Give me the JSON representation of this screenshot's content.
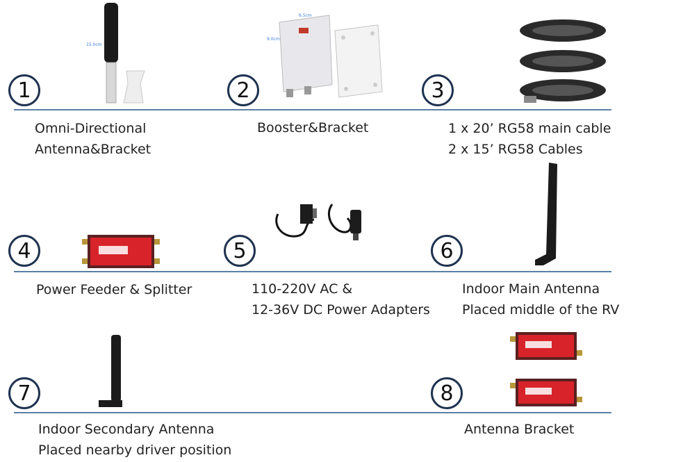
{
  "items": [
    {
      "number": "1",
      "lines": [
        "Omni-Directional",
        "Antenna&Bracket"
      ]
    },
    {
      "number": "2",
      "lines": [
        "Booster&Bracket"
      ]
    },
    {
      "number": "3",
      "lines": [
        "1 x 20’ RG58 main cable",
        "2 x 15’ RG58 Cables"
      ]
    },
    {
      "number": "4",
      "lines": [
        "Power Feeder & Splitter"
      ]
    },
    {
      "number": "5",
      "lines": [
        "110-220V AC &",
        "12-36V DC Power Adapters"
      ]
    },
    {
      "number": "6",
      "lines": [
        "Indoor Main Antenna",
        "Placed middle of the RV"
      ]
    },
    {
      "number": "7",
      "lines": [
        "Indoor Secondary Antenna",
        "Placed nearby driver position"
      ]
    },
    {
      "number": "8",
      "lines": [
        "Antenna Bracket"
      ]
    }
  ],
  "colors": {
    "circle_border": "#1f3350",
    "divider_line": "#5b7fa6",
    "splitter_red": "#d8232a"
  }
}
